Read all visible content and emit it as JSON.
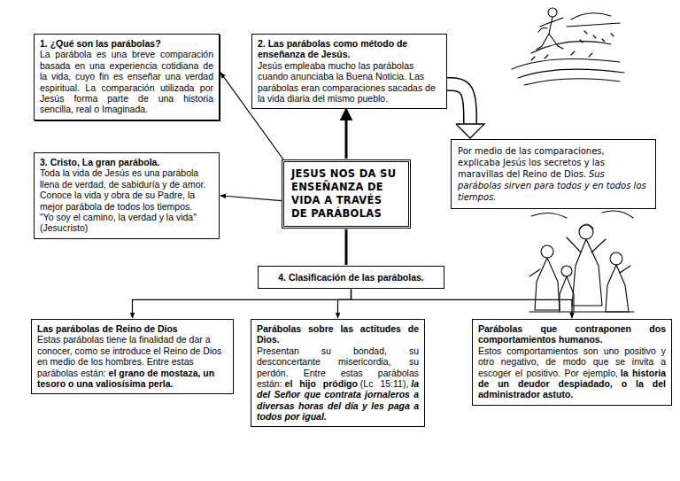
{
  "diagram": {
    "nodes": [
      {
        "text": [
          "JESUS NOS DA SU ENSEÑANZA DE VIDA A TRAVÉS DE PARÁBOLAS"
        ]
      },
      {
        "text": [
          "1. ¿Qué son las parábolas?",
          "La parábola es una breve comparación basada en una experiencia cotidiana de la vida, cuyo fin es enseñar una verdad espiritual. La comparación utilizada por Jesús forma parte de una historia sencilla, real o Imaginada."
        ]
      },
      {
        "text": [
          "2. Las parábolas como método de enseñanza de Jesús.",
          "Jesús empleaba mucho las parábolas cuando anunciaba la Buena Noticia. Las parábolas eran comparaciones sacadas de la vida diaria del mismo pueblo."
        ]
      },
      {
        "text": [
          "3. Cristo, La gran parábola.",
          "Toda la vida de Jesús es una parábola llena de verdad, de sabiduría y de amor.",
          "Conoce la vida y obra de su Padre, la mejor parábola de todos los tiempos.",
          "\"Yo soy el camino, la verdad y la vida\" (Jesucristo)"
        ]
      },
      {
        "text": [
          "Por medio de las comparaciones, explicaba Jesús los secretos y las maravillas del Reino de Dios.",
          "Sus parábolas sirven para todos y en todos los tiempos."
        ]
      },
      {
        "text": [
          "4. Clasificación de las parábolas."
        ]
      },
      {
        "text": [
          "Las parábolas de Reino de Dios",
          "Estas parábolas tiene la finalidad de dar a conocer, como se introduce el Reino de Dios en medio de los hombres. Entre estas parábolas están:",
          "el grano de mostaza, un tesoro o una valiosísima perla."
        ]
      },
      {
        "text": [
          "Parábolas sobre las actitudes de Dios.",
          "Presentan su bondad, su desconcertante misericordia, su perdón. Entre estas parábolas están:",
          "el hijo pródigo",
          "(Lc 15:11),",
          "la del Señor que contrata jornaleros a diversas horas del día y les paga a todos por igual."
        ]
      },
      {
        "text": [
          "Parábolas que contraponen dos comportamientos humanos.",
          "Estos comportamientos son uno positivo y otro negativo, de modo que se invita a escoger el positivo. Por ejemplo,",
          "la historia de un deudor despiadado, o la del administrador astuto."
        ]
      }
    ],
    "edges": [
      {
        "from": 0,
        "to": 1,
        "arrow": "to"
      },
      {
        "from": 0,
        "to": 2,
        "arrow": "to"
      },
      {
        "from": 0,
        "to": 3,
        "arrow": "to"
      },
      {
        "from": 2,
        "to": 4,
        "arrow": "to"
      },
      {
        "from": 0,
        "to": 5,
        "arrow": "none"
      },
      {
        "from": 5,
        "to": 6,
        "arrow": "to"
      },
      {
        "from": 5,
        "to": 7,
        "arrow": "to"
      },
      {
        "from": 5,
        "to": 8,
        "arrow": "to"
      }
    ]
  }
}
